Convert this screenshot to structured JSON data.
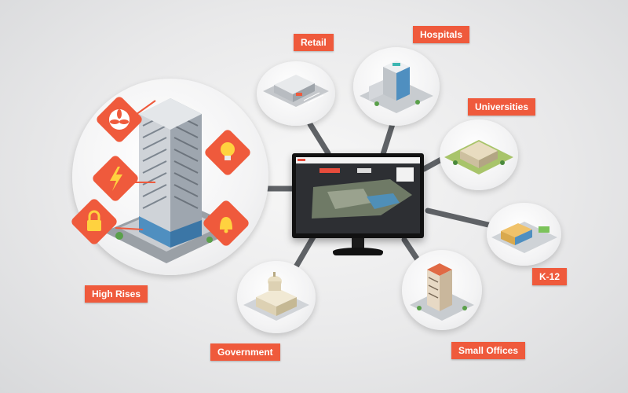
{
  "labels": {
    "retail": "Retail",
    "hospitals": "Hospitals",
    "universities": "Universities",
    "k12": "K-12",
    "small_offices": "Small Offices",
    "government": "Government",
    "high_rises": "High Rises"
  },
  "colors": {
    "accent": "#ef5a3c",
    "connector": "#5f6266",
    "background": "#e9e9ea"
  },
  "icons": [
    "fan-icon",
    "lightning-icon",
    "lock-icon",
    "lightbulb-icon",
    "alarm-bell-icon"
  ]
}
